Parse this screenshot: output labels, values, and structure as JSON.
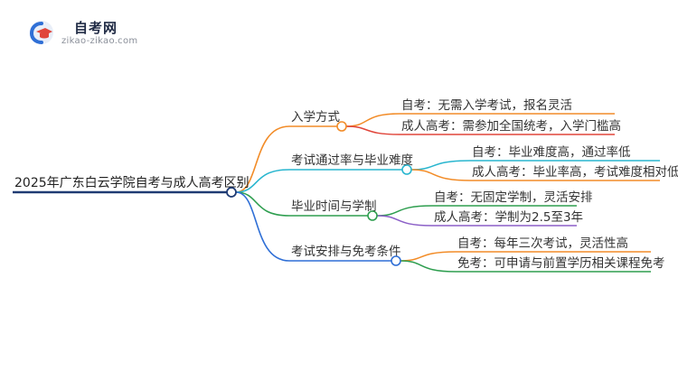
{
  "logo": {
    "name": "自考网",
    "url": "zikao-zikao.com"
  },
  "colors": {
    "root": "#1f3b73",
    "branches": [
      "#f28c28",
      "#29b6cf",
      "#2e9e4f",
      "#2f6fd6"
    ],
    "leaves": [
      [
        "#f28c28",
        "#e0453a"
      ],
      [
        "#29b6cf",
        "#f28c28"
      ],
      [
        "#2e9e4f",
        "#8b5fc7"
      ],
      [
        "#f28c28",
        "#2e9e4f"
      ]
    ]
  },
  "mindmap": {
    "root": "2025年广东白云学院自考与成人高考区别",
    "branches": [
      {
        "label": "入学方式",
        "children": [
          "自考：无需入学考试，报名灵活",
          "成人高考：需参加全国统考，入学门槛高"
        ]
      },
      {
        "label": "考试通过率与毕业难度",
        "children": [
          "自考：毕业难度高，通过率低",
          "成人高考：毕业率高，考试难度相对低"
        ]
      },
      {
        "label": "毕业时间与学制",
        "children": [
          "自考：无固定学制，灵活安排",
          "成人高考：学制为2.5至3年"
        ]
      },
      {
        "label": "考试安排与免考条件",
        "children": [
          "自考：每年三次考试，灵活性高",
          "免考：可申请与前置学历相关课程免考"
        ]
      }
    ]
  }
}
